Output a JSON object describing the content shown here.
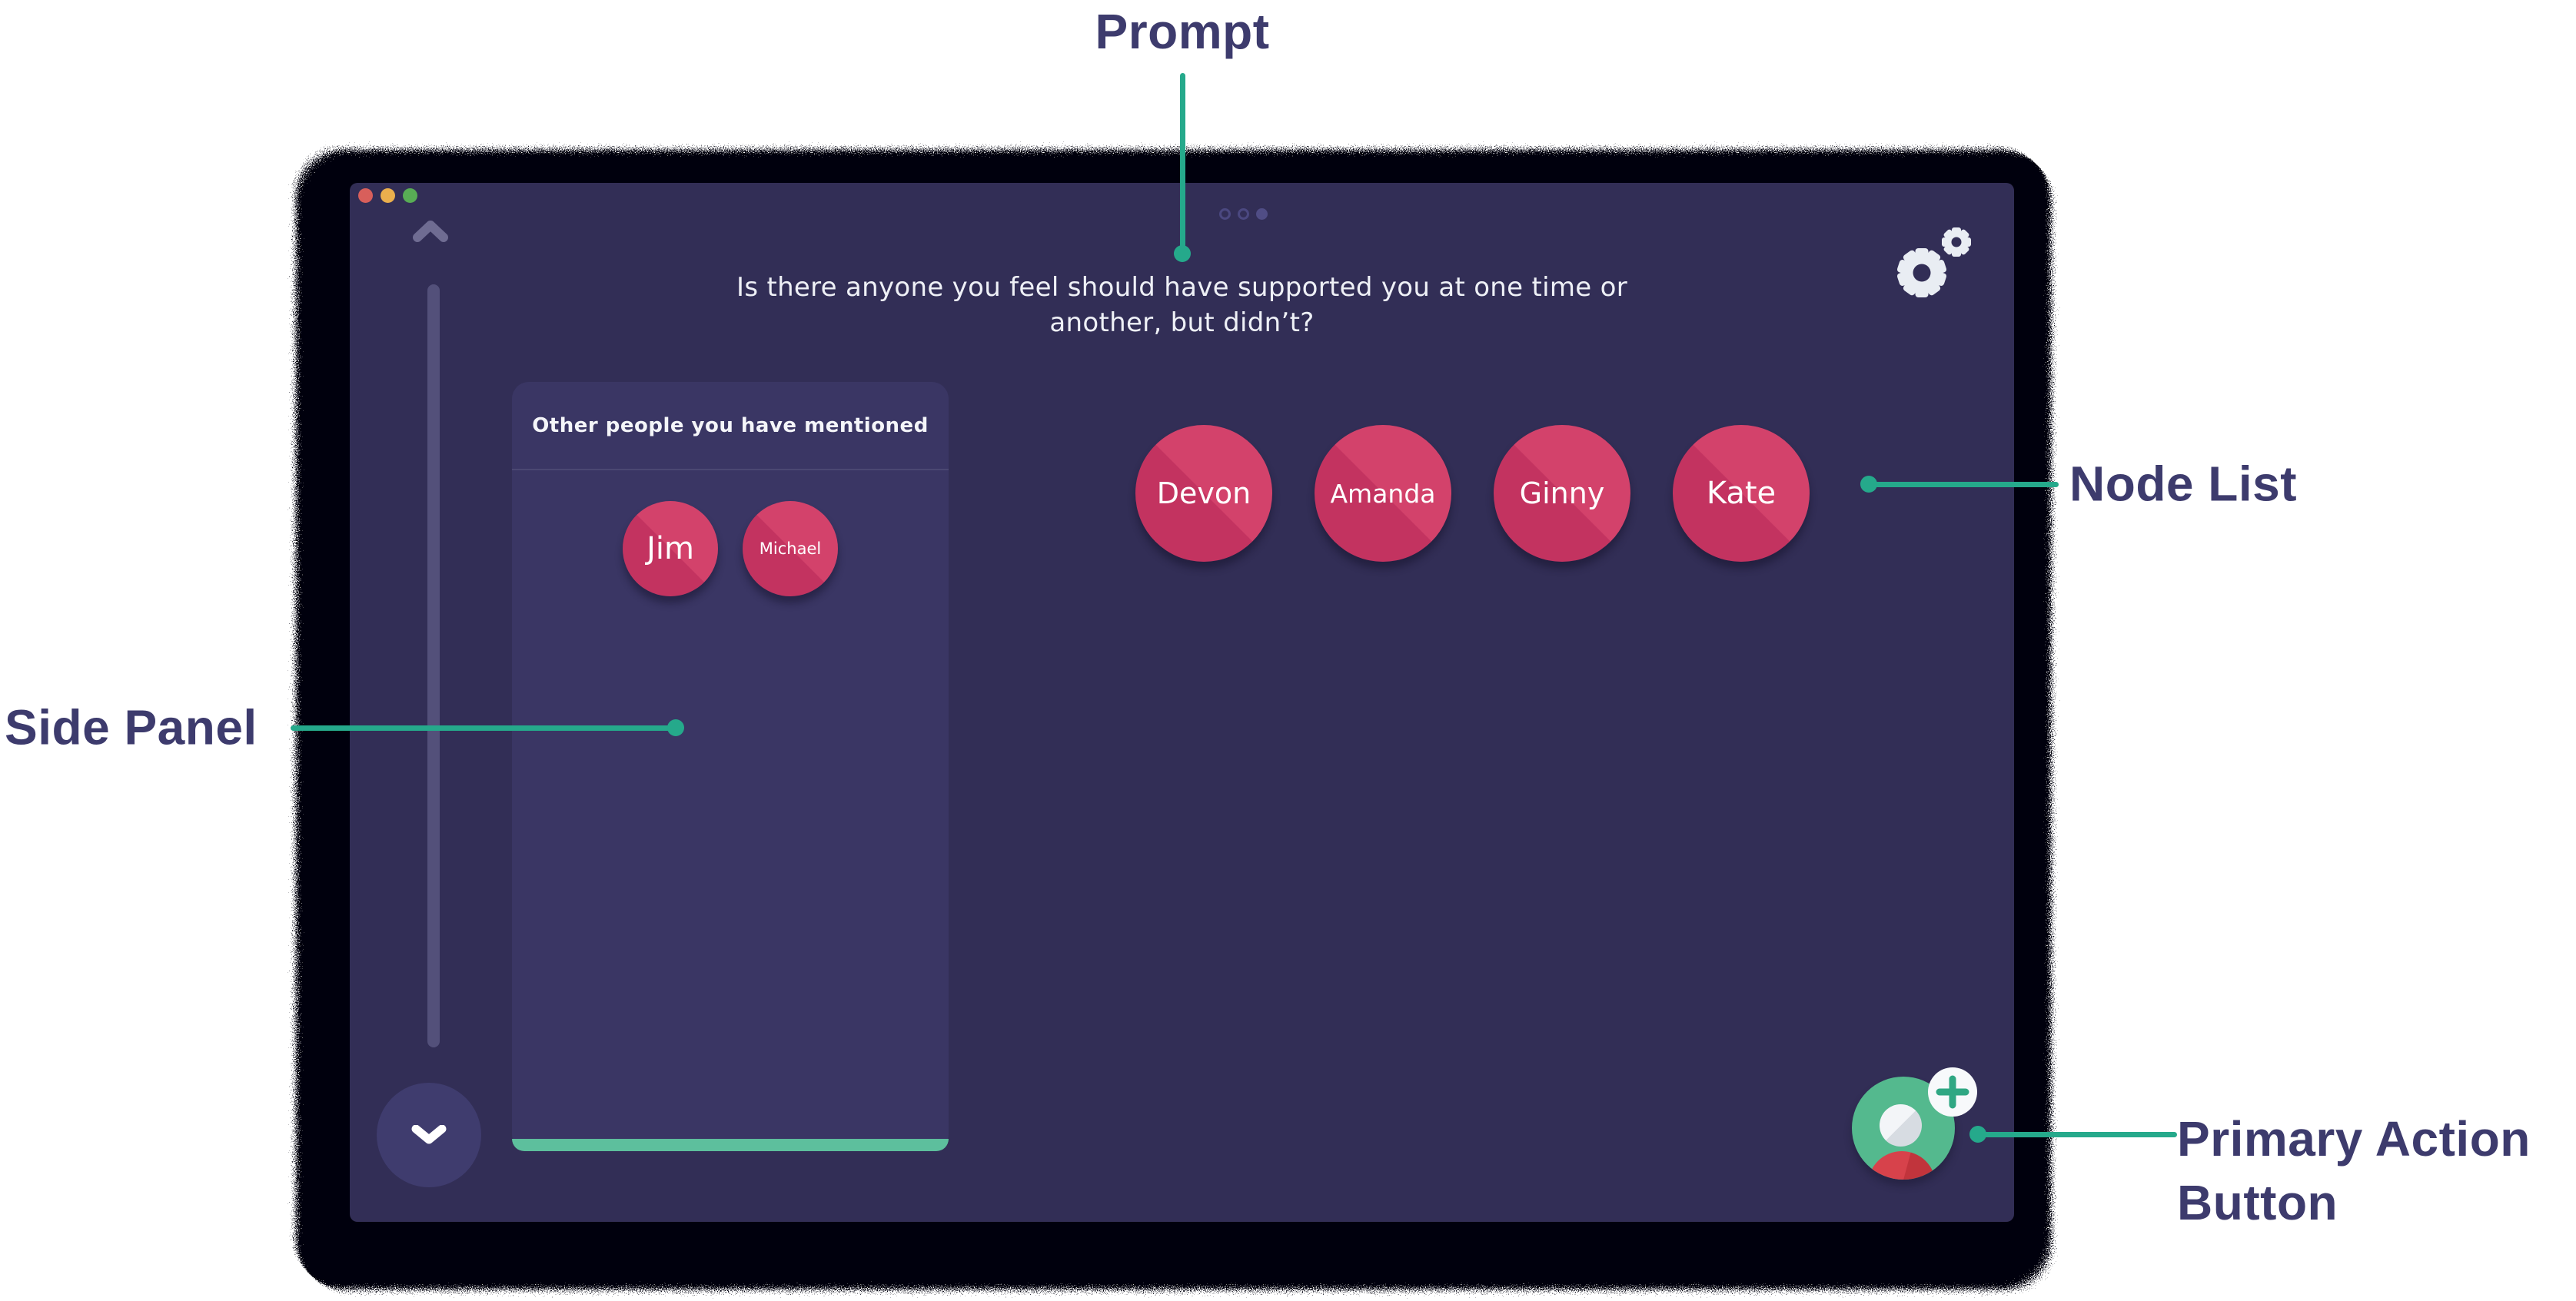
{
  "annotations": {
    "prompt_label": "Prompt",
    "node_list_label": "Node List",
    "side_panel_label": "Side Panel",
    "primary_action_label": "Primary Action Button"
  },
  "app": {
    "prompt": "Is there anyone you feel should have supported you at one time or another, but didn’t?",
    "side_panel": {
      "title": "Other people you have mentioned",
      "people": [
        {
          "name": "Jim"
        },
        {
          "name": "Michael"
        }
      ]
    },
    "nodes": [
      {
        "name": "Devon"
      },
      {
        "name": "Amanda"
      },
      {
        "name": "Ginny"
      },
      {
        "name": "Kate"
      }
    ],
    "pagination": {
      "dot_count": 3,
      "active_index": 2
    },
    "icons": {
      "settings": "gears-icon",
      "scroll_up": "chevron-up-icon",
      "scroll_down": "chevron-down-icon",
      "primary_action": "add-person-icon"
    }
  },
  "colors": {
    "screen_bg": "#322e56",
    "panel_bg": "#3a3664",
    "node_red_light": "#d3426b",
    "node_red_dark": "#c33360",
    "accent_teal": "#25a98b",
    "panel_footer_teal": "#5dbf9d",
    "fab_green": "#54b98e",
    "annotation_navy": "#3d3b6d",
    "traffic_red": "#d85f5b",
    "traffic_yellow": "#eaaf4d",
    "traffic_green": "#58ac55"
  }
}
